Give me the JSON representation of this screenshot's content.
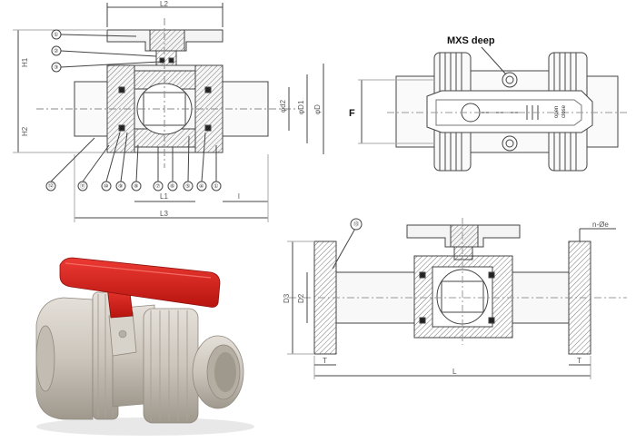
{
  "drawing_top_left": {
    "dims": {
      "L2": "L2",
      "L1": "L1",
      "L3": "L3",
      "H1": "H1",
      "H2": "H2",
      "d2": "φd2",
      "D1": "φD1",
      "D": "φD",
      "l": "l"
    },
    "balloons_upper": [
      "①",
      "②",
      "③"
    ],
    "balloons_lower": [
      "⑫",
      "⑪",
      "⑩",
      "⑨",
      "⑧",
      "⑦",
      "⑥",
      "⑤",
      "④",
      "①"
    ]
  },
  "drawing_top_right": {
    "note": "MXS deep",
    "dim_F": "F",
    "handle_text_1": "open",
    "handle_text_2": "close"
  },
  "drawing_bottom_right": {
    "balloon": "⑬",
    "dims": {
      "D3": "D3",
      "D2": "D2",
      "L": "L",
      "T": "T",
      "n_d": "n-Øe"
    }
  },
  "colors": {
    "line": "#444444",
    "hatch": "#888888",
    "handle_red": "#d8201c",
    "pvc_body": "#cbc5bc",
    "pvc_shadow": "#a9a298"
  }
}
